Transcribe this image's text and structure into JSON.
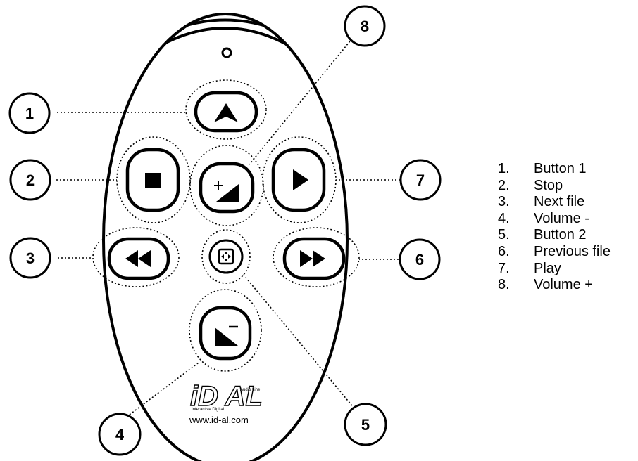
{
  "callouts": [
    "1",
    "2",
    "3",
    "4",
    "5",
    "6",
    "7",
    "8"
  ],
  "legend": [
    {
      "num": "1.",
      "label": "Button 1"
    },
    {
      "num": "2.",
      "label": "Stop"
    },
    {
      "num": "3.",
      "label": "Next file"
    },
    {
      "num": "4.",
      "label": "Volume -"
    },
    {
      "num": "5.",
      "label": "Button 2"
    },
    {
      "num": "6.",
      "label": "Previous file"
    },
    {
      "num": "7.",
      "label": "Play"
    },
    {
      "num": "8.",
      "label": "Volume +"
    }
  ],
  "logo": {
    "brand": "iD AL",
    "audio_line": "Audio Line",
    "interactive_digital": "Interactive Digital",
    "website": "www.id-al.com"
  },
  "colors": {
    "ink": "#000000",
    "background": "#ffffff"
  },
  "icons": [
    "up-arrow-icon",
    "stop-icon",
    "volume-up-icon",
    "play-icon",
    "rewind-icon",
    "dpad-icon",
    "fast-forward-icon",
    "volume-down-icon"
  ]
}
